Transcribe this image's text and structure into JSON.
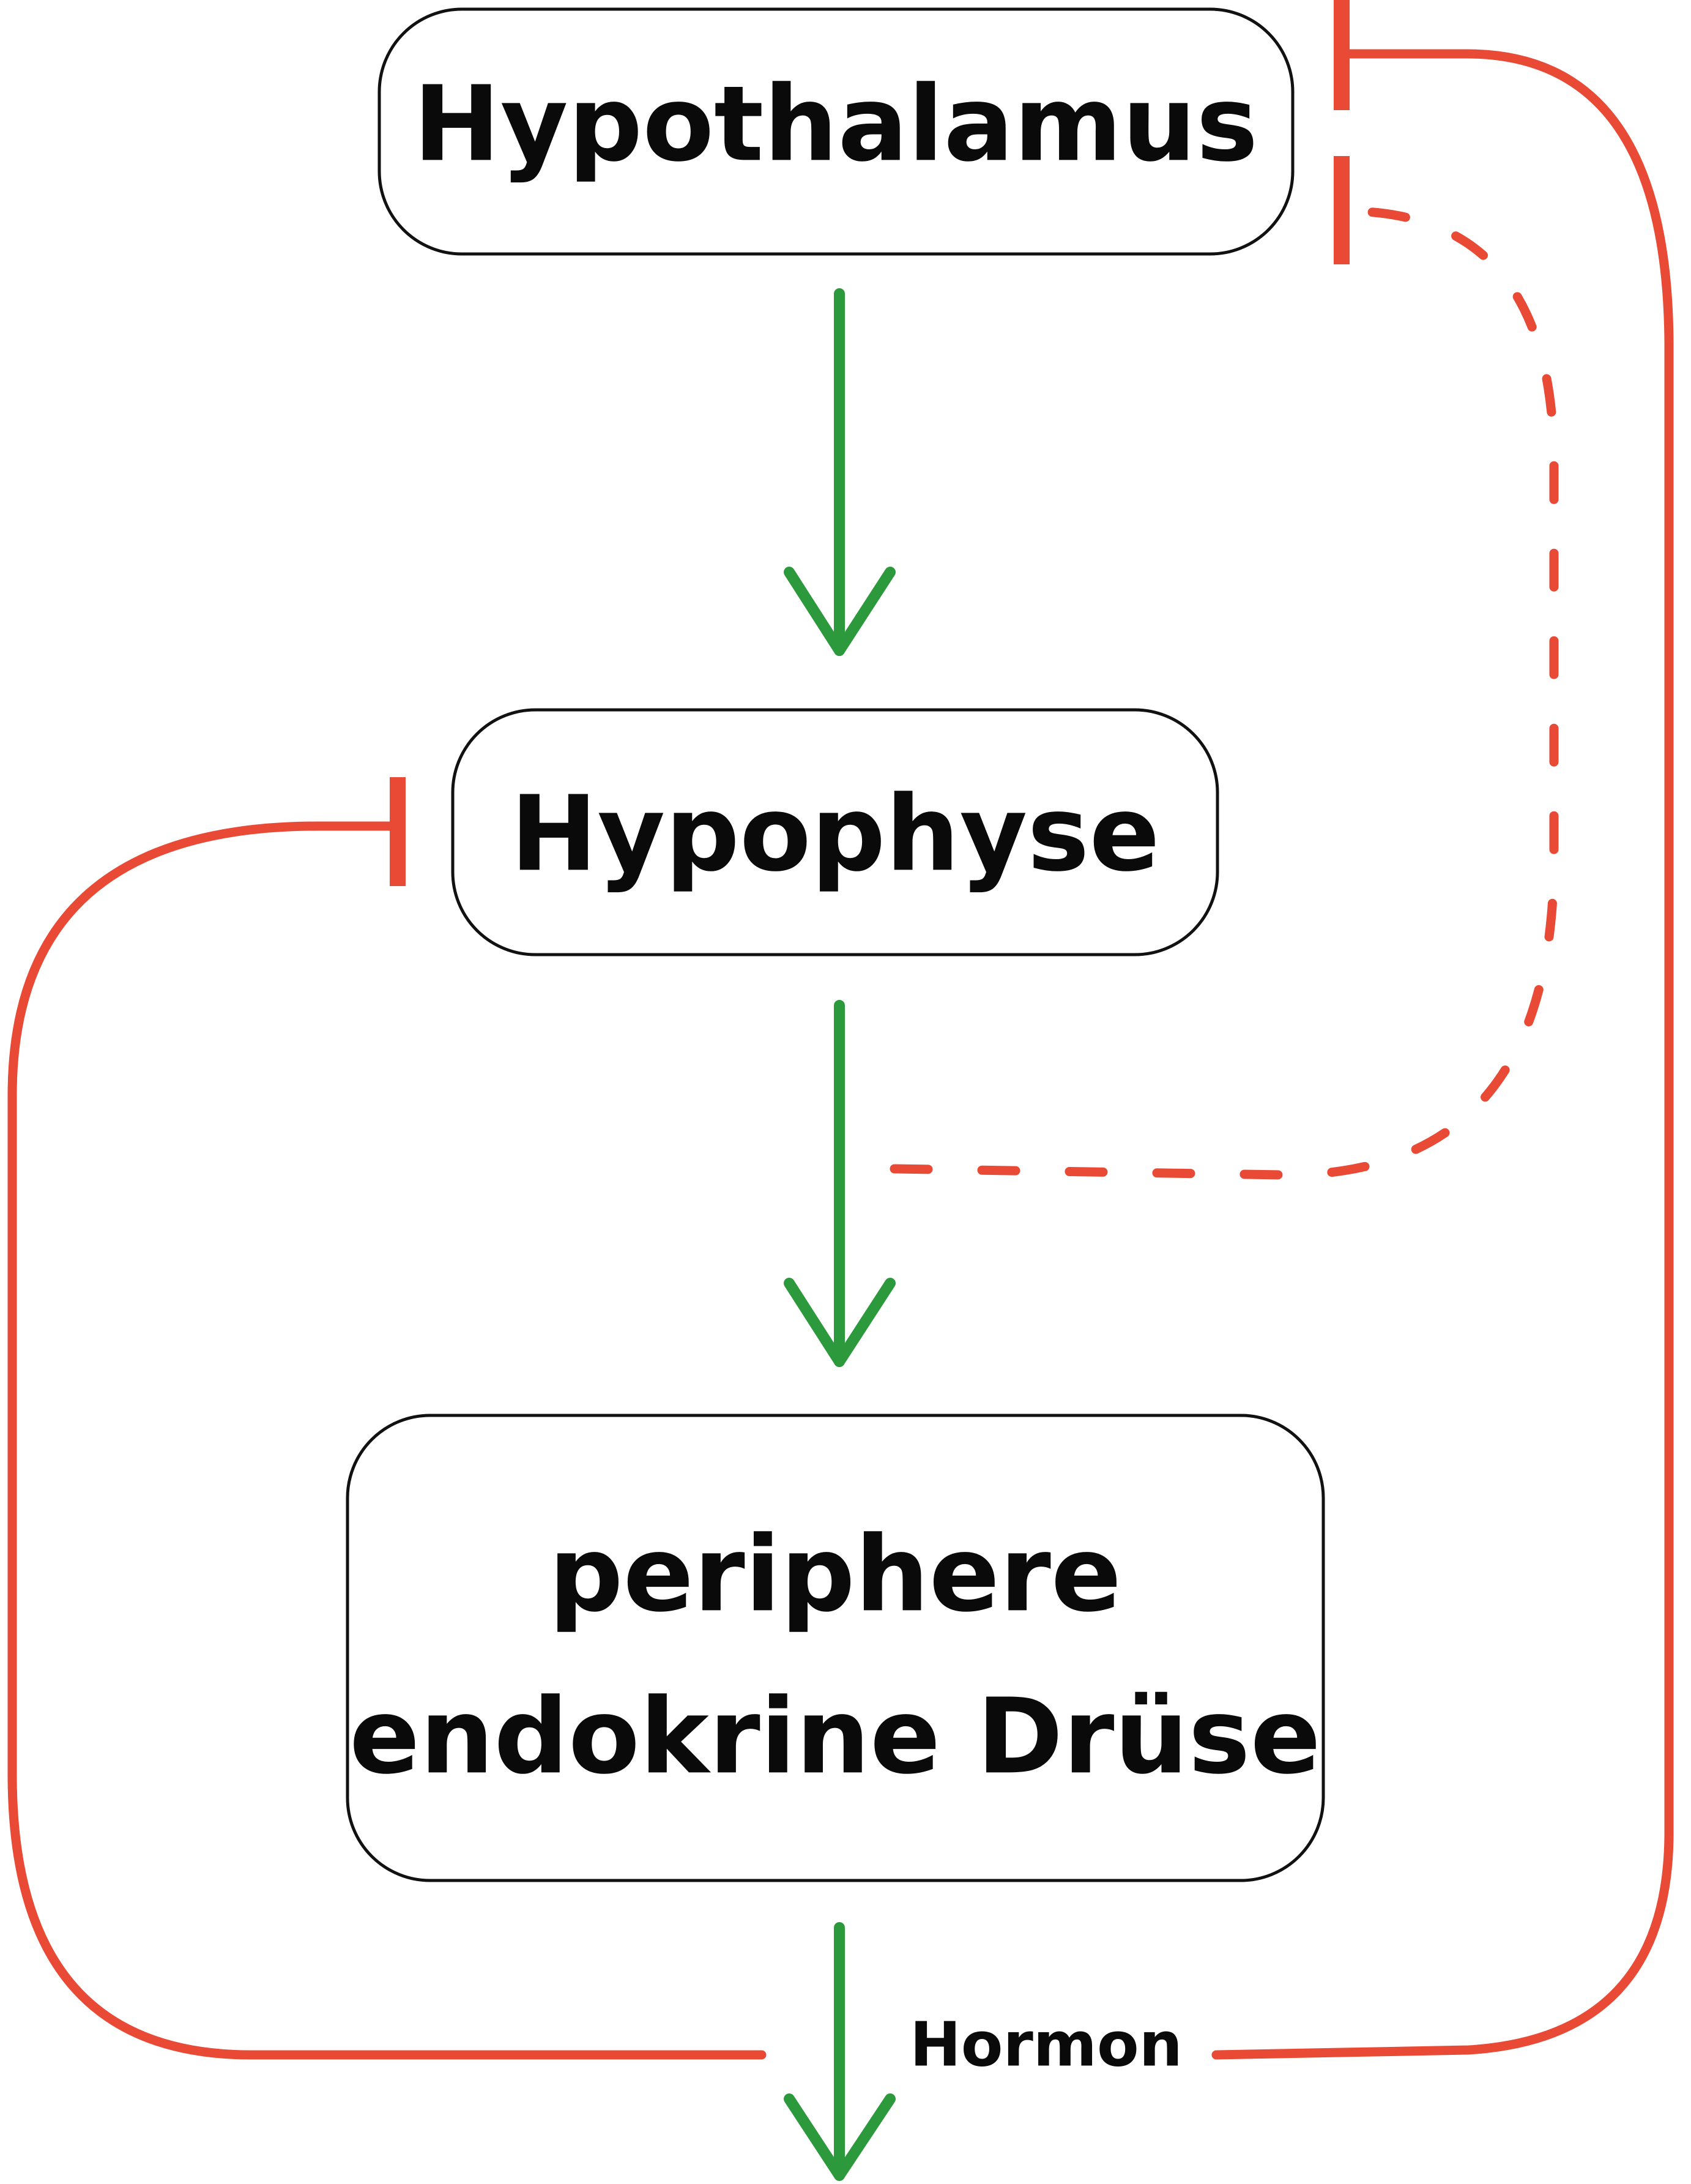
{
  "colors": {
    "activation": "#2c9a3c",
    "inhibition": "#e84a36",
    "box_stroke": "#111111",
    "text": "#0a0a0a"
  },
  "nodes": {
    "hypothalamus": {
      "label": "Hypothalamus"
    },
    "hypophyse": {
      "label": "Hypophyse"
    },
    "druese": {
      "line1": "periphere",
      "line2": "endokrine Drüse"
    }
  },
  "output_label": "Hormon"
}
